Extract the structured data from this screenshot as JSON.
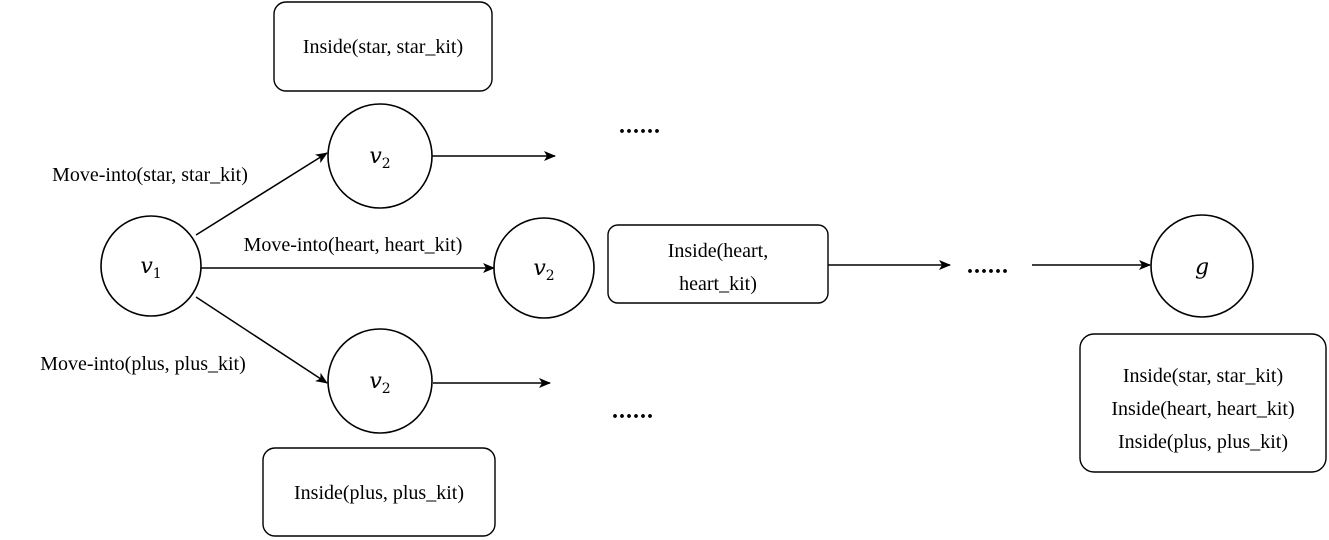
{
  "nodes": {
    "v1": {
      "var": "v",
      "sub": "1"
    },
    "v2_top": {
      "var": "v",
      "sub": "2"
    },
    "v2_mid": {
      "var": "v",
      "sub": "2"
    },
    "v2_bot": {
      "var": "v",
      "sub": "2"
    },
    "goal": {
      "var": "g"
    }
  },
  "edges": {
    "top": "Move-into(star, star_kit)",
    "mid": "Move-into(heart, heart_kit)",
    "bot": "Move-into(plus, plus_kit)"
  },
  "boxes": {
    "top_state": [
      "Inside(star, star_kit)"
    ],
    "mid_state": [
      "Inside(heart,",
      "heart_kit)"
    ],
    "bot_state": [
      "Inside(plus, plus_kit)"
    ],
    "goal_state": [
      "Inside(star, star_kit)",
      "Inside(heart, heart_kit)",
      "Inside(plus, plus_kit)"
    ]
  },
  "ellipses": {
    "top": "......",
    "mid": "......",
    "bot": "......"
  }
}
